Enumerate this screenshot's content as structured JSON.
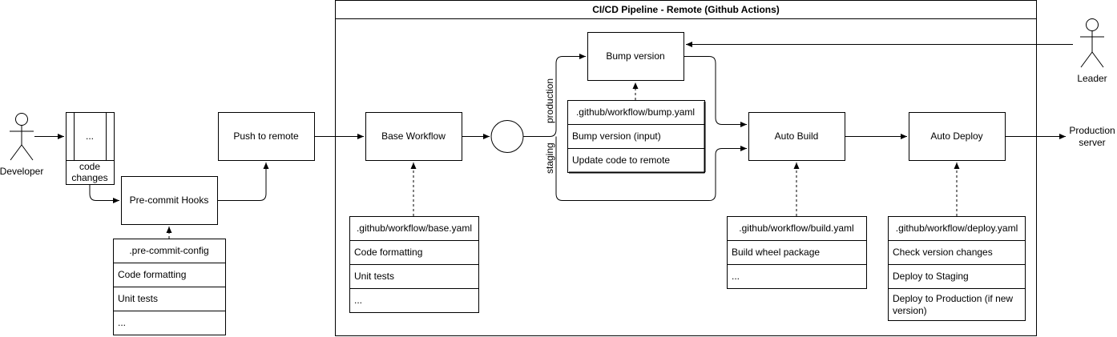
{
  "pipeline": {
    "title": "CI/CD Pipeline - Remote (Github Actions)"
  },
  "actors": {
    "developer": "Developer",
    "leader": "Leader"
  },
  "code_changes": {
    "inner": "...",
    "label_line1": "code",
    "label_line2": "changes"
  },
  "nodes": {
    "pre_commit": "Pre-commit Hooks",
    "push_remote": "Push to remote",
    "base_workflow": "Base Workflow",
    "bump_version": "Bump version",
    "auto_build": "Auto Build",
    "auto_deploy": "Auto Deploy",
    "production_server_line1": "Production",
    "production_server_line2": "server"
  },
  "branches": {
    "production": "production",
    "staging": "staging"
  },
  "lists": {
    "pre_commit_config": {
      "header": ".pre-commit-config",
      "items": [
        "Code formatting",
        "Unit tests",
        "..."
      ]
    },
    "base_yaml": {
      "header": ".github/workflow/base.yaml",
      "items": [
        "Code formatting",
        "Unit tests",
        "..."
      ]
    },
    "bump_yaml": {
      "header": ".github/workflow/bump.yaml",
      "items": [
        "Bump version (input)",
        "Update code to remote"
      ]
    },
    "build_yaml": {
      "header": ".github/workflow/build.yaml",
      "items": [
        "Build wheel package",
        "..."
      ]
    },
    "deploy_yaml": {
      "header": ".github/workflow/deploy.yaml",
      "items": [
        "Check version changes",
        "Deploy to Staging",
        "Deploy to Production (if new",
        "version)"
      ]
    }
  }
}
